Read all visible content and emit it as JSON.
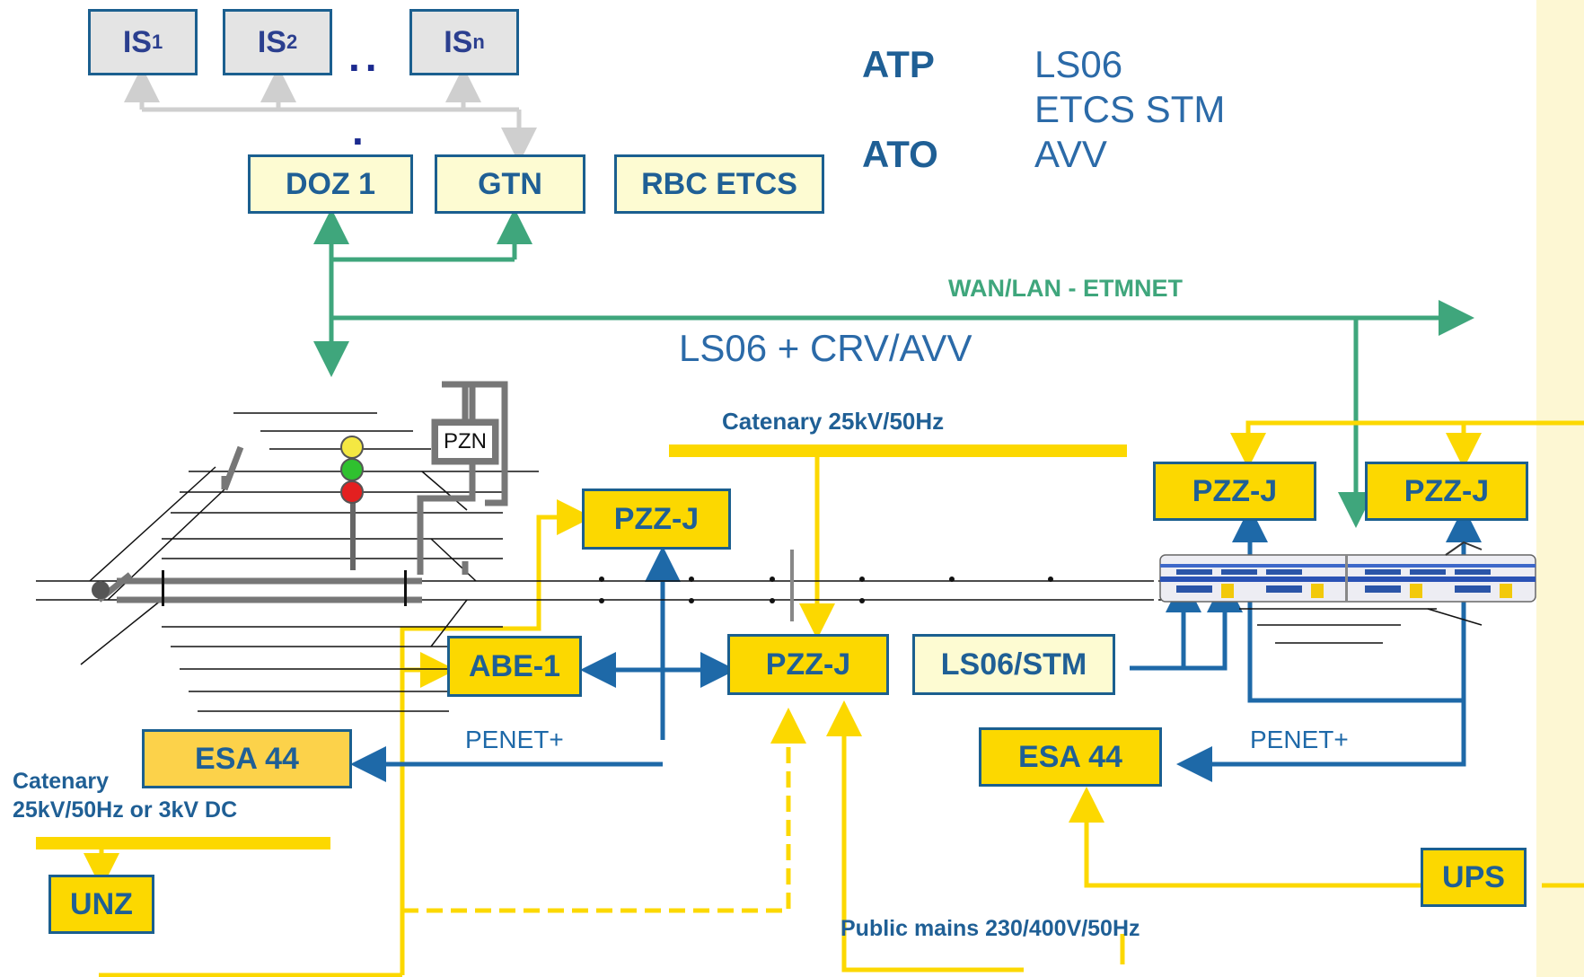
{
  "colors": {
    "green": "#3fa67c",
    "blue": "#1e69a8",
    "yellow": "#fcd800",
    "gray_line": "#cfcfcf",
    "box_border": "#1b5f8f",
    "text_blue": "#1f5f95",
    "dark_navy": "#1b2a8f"
  },
  "is_boxes": [
    {
      "label": "IS",
      "sub": "1"
    },
    {
      "label": "IS",
      "sub": "2"
    },
    {
      "label": "IS",
      "sub": "n"
    }
  ],
  "ellipsis": "..",
  "ellipsis_dot": ".",
  "control": {
    "doz": "DOZ 1",
    "gtn": "GTN",
    "rbc": "RBC ETCS"
  },
  "legend": {
    "atp_key": "ATP",
    "atp_values": [
      "LS06",
      "ETCS STM"
    ],
    "ato_key": "ATO",
    "ato_value": "AVV"
  },
  "network": {
    "wan_label": "WAN/LAN - ETMNET",
    "ls06_label": "LS06 + CRV/AVV"
  },
  "station": {
    "pzn": "PZN",
    "signal_colors": [
      "#f4e842",
      "#2fc12f",
      "#e32020"
    ]
  },
  "left_units": {
    "pzz_top": "PZZ-J",
    "abe": "ABE-1",
    "pzz_center": "PZZ-J",
    "esa": "ESA 44",
    "unz": "UNZ",
    "penet": "PENET+"
  },
  "right_units": {
    "pzz_left": "PZZ-J",
    "pzz_right": "PZZ-J",
    "ls06_stm": "LS06/STM",
    "esa": "ESA 44",
    "ups": "UPS",
    "penet": "PENET+"
  },
  "power": {
    "catenary_top": "Catenary 25kV/50Hz",
    "catenary_left_line1": "Catenary",
    "catenary_left_line2": "25kV/50Hz or 3kV DC",
    "public_mains": "Public mains 230/400V/50Hz"
  }
}
